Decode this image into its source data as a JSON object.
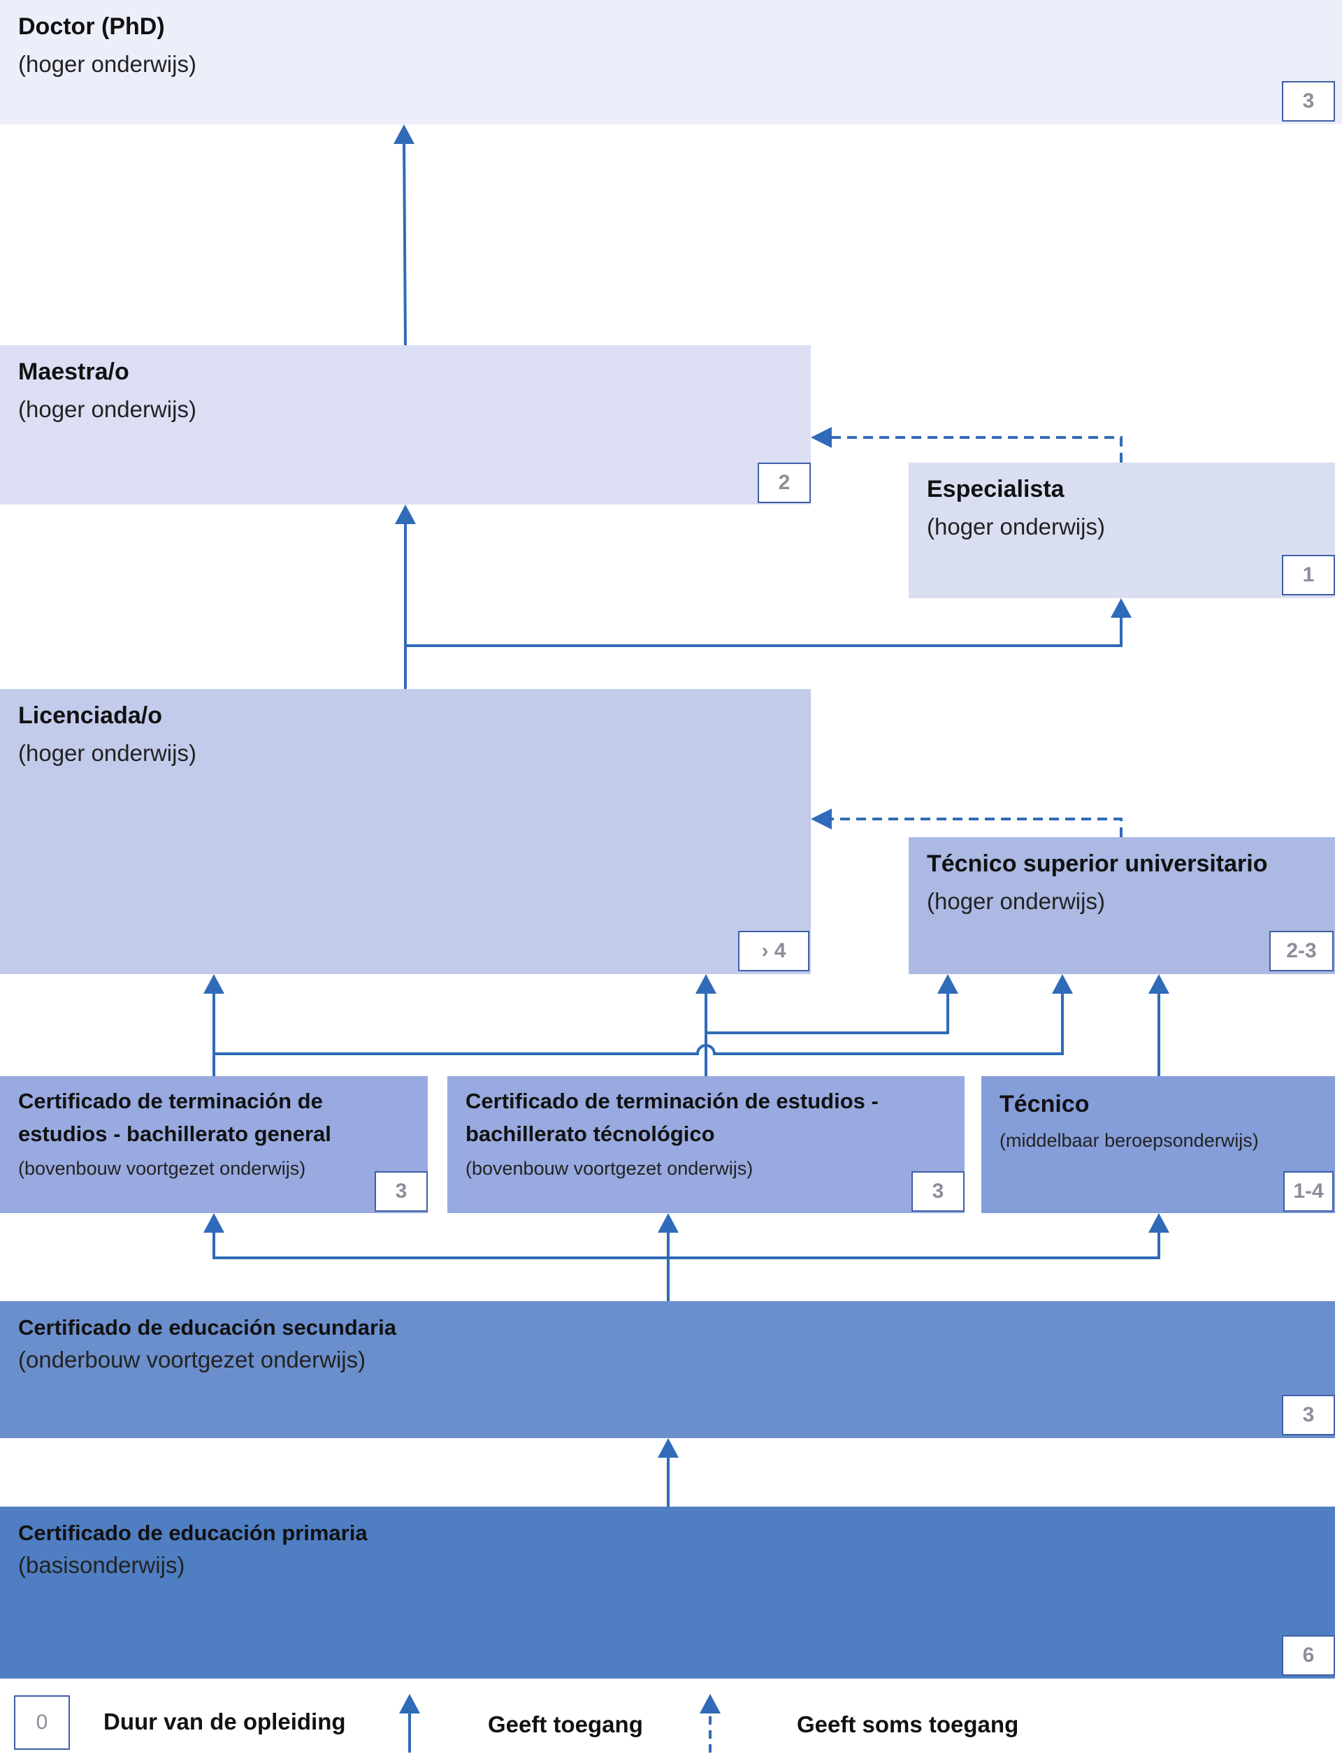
{
  "colors": {
    "doctor": "#eceefa",
    "maestra": "#dcdef4",
    "especialista": "#dadef1",
    "licenciada": "#c2cbea",
    "tecnico_superior": "#abb9e3",
    "bach_general": "#98aadf",
    "bach_tecnologico": "#98aadf",
    "tecnico": "#859dd9",
    "secundaria": "#6b8fcc",
    "primaria": "#4f7ec2",
    "arrow": "#2f6bb8"
  },
  "levels": {
    "doctor": {
      "title": "Doctor (PhD)",
      "subtitle": "(hoger onderwijs)",
      "duration": "3"
    },
    "maestra": {
      "title": "Maestra/o",
      "subtitle": "(hoger onderwijs)",
      "duration": "2"
    },
    "especialista": {
      "title": "Especialista",
      "subtitle": "(hoger onderwijs)",
      "duration": "1"
    },
    "licenciada": {
      "title": "Licenciada/o",
      "subtitle": "(hoger onderwijs)",
      "duration": "› 4"
    },
    "tecnico_superior": {
      "title": "Técnico superior universitario",
      "subtitle": "(hoger onderwijs)",
      "duration": "2-3"
    },
    "bach_general": {
      "title_line1": "Certificado de terminación de",
      "title_line2": "estudios - bachillerato general",
      "subtitle": "(bovenbouw voortgezet onderwijs)",
      "duration": "3"
    },
    "bach_tecnologico": {
      "title_line1": "Certificado de terminación de estudios -",
      "title_line2": "bachillerato técnológico",
      "subtitle": "(bovenbouw voortgezet onderwijs)",
      "duration": "3"
    },
    "tecnico": {
      "title": "Técnico",
      "subtitle": "(middelbaar beroepsonderwijs)",
      "duration": "1-4"
    },
    "secundaria": {
      "title": "Certificado de educación secundaria",
      "subtitle": "(onderbouw voortgezet onderwijs)",
      "duration": "3"
    },
    "primaria": {
      "title": "Certificado de educación primaria",
      "subtitle": "(basisonderwijs)",
      "duration": "6"
    }
  },
  "legend": {
    "duration_sample": "0",
    "duration_label": "Duur van de opleiding",
    "access_label": "Geeft toegang",
    "sometimes_access_label": "Geeft soms toegang"
  }
}
